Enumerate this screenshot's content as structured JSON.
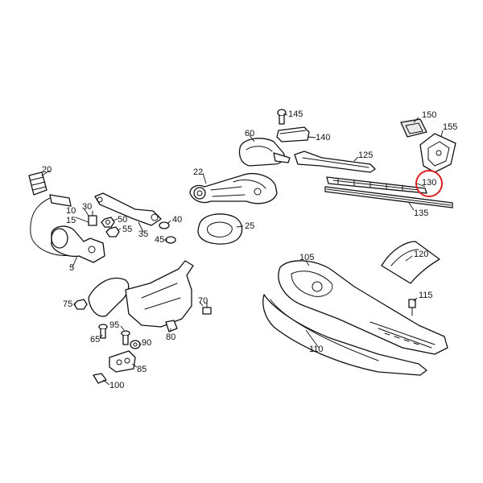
{
  "diagram": {
    "highlight_color": "#e02020",
    "line_color": "#111111",
    "highlighted_part": "130",
    "callouts": {
      "c5": "5",
      "c10": "10",
      "c15": "15",
      "c20": "20",
      "c22": "22",
      "c25": "25",
      "c30": "30",
      "c35": "35",
      "c40": "40",
      "c45": "45",
      "c50": "50",
      "c55": "55",
      "c60": "60",
      "c65": "65",
      "c70": "70",
      "c75": "75",
      "c80": "80",
      "c85": "85",
      "c90": "90",
      "c95": "95",
      "c100": "100",
      "c105": "105",
      "c110": "110",
      "c115": "115",
      "c120": "120",
      "c125": "125",
      "c130": "130",
      "c135": "135",
      "c140": "140",
      "c145": "145",
      "c150": "150",
      "c155": "155"
    }
  }
}
